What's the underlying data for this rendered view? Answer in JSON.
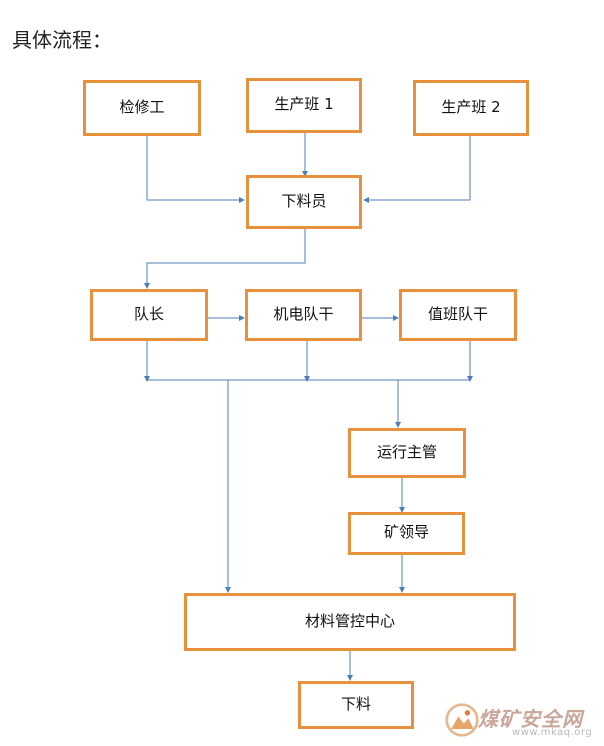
{
  "title": "具体流程：",
  "nodes": {
    "jianxiugong": "检修工",
    "shengchanban1": "生产班 1",
    "shengchanban2": "生产班 2",
    "xialiaoyuan": "下料员",
    "duizhang": "队长",
    "jidianduigan": "机电队干",
    "zhibanduigan": "值班队干",
    "yunxingzhuguan": "运行主管",
    "kuanglingdao": "矿领导",
    "cailiaoguankong": "材料管控中心",
    "xialiao": "下料"
  },
  "colors": {
    "box_border": "#e8913c",
    "arrow": "#4f7fb5"
  },
  "watermark": {
    "name": "煤矿安全网",
    "url": "www.mkaq.org"
  }
}
